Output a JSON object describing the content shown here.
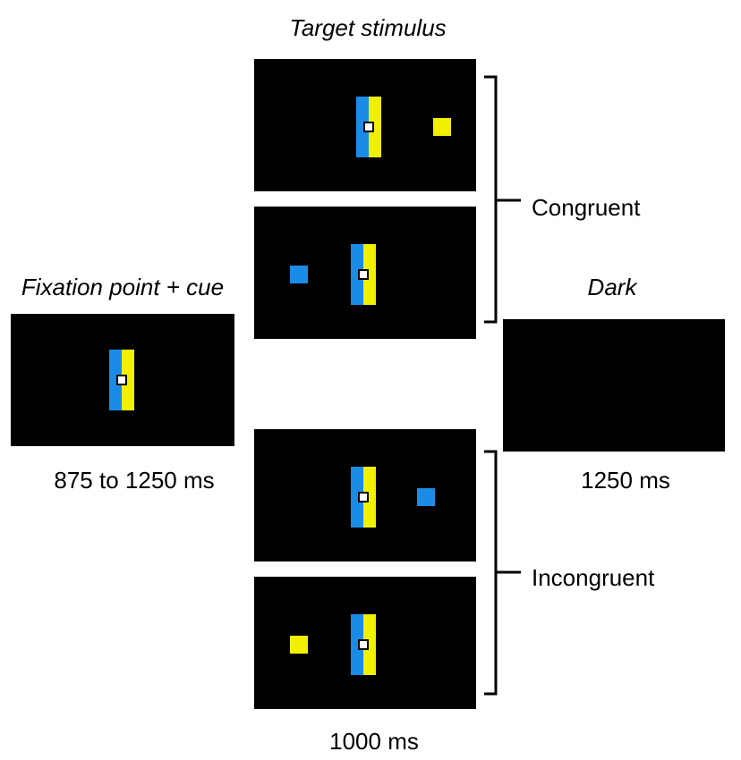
{
  "colors": {
    "blue": "#1a8ce6",
    "yellow": "#f0f000",
    "panel": "#000000"
  },
  "fixation": {
    "title": "Fixation point + cue",
    "duration": "875 to 1250 ms"
  },
  "target": {
    "title": "Target stimulus",
    "duration": "1000 ms",
    "groups": [
      {
        "label": "Congruent"
      },
      {
        "label": "Incongruent"
      }
    ]
  },
  "dark": {
    "title": "Dark",
    "duration": "1250 ms"
  }
}
